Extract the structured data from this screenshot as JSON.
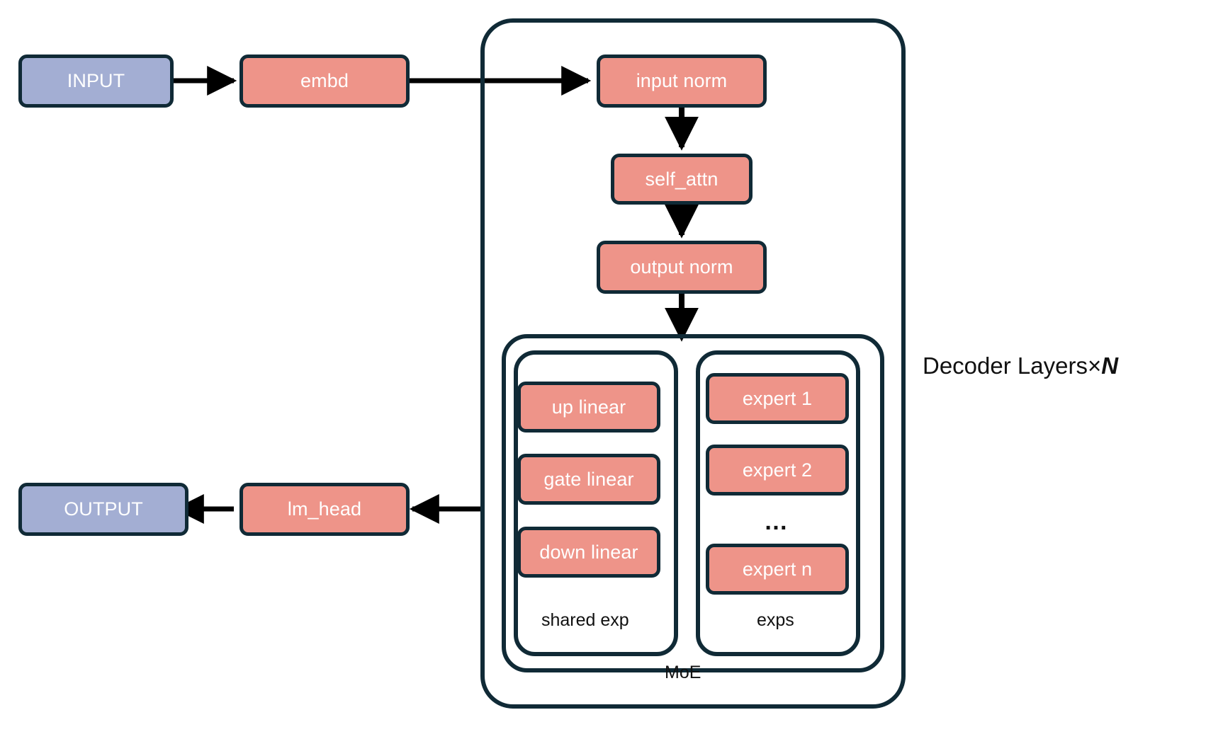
{
  "diagram": {
    "title_label": "Decoder Layers×",
    "title_var": "N",
    "colors": {
      "box_salmon": "#ee9489",
      "box_blue": "#a3aed3",
      "stroke_dark": "#102a36",
      "arrow_black": "#000000",
      "background": "#ffffff",
      "box_text": "#ffffff",
      "caption_text": "#111111"
    },
    "nodes": {
      "input": "INPUT",
      "embd": "embd",
      "input_norm": "input norm",
      "self_attn": "self_attn",
      "output_norm": "output norm",
      "lm_head": "lm_head",
      "output": "OUTPUT"
    },
    "shared_expert": {
      "caption": "shared exp",
      "items": [
        "up linear",
        "gate linear",
        "down linear"
      ]
    },
    "experts": {
      "caption": "exps",
      "items": [
        "expert 1",
        "expert 2"
      ],
      "ellipsis": "…",
      "last": "expert n"
    },
    "moe_caption": "MoE",
    "flow": [
      "INPUT → embd",
      "embd → input norm",
      "input norm → self_attn",
      "self_attn → output norm",
      "output norm → MoE",
      "MoE → lm_head",
      "lm_head → OUTPUT"
    ]
  }
}
